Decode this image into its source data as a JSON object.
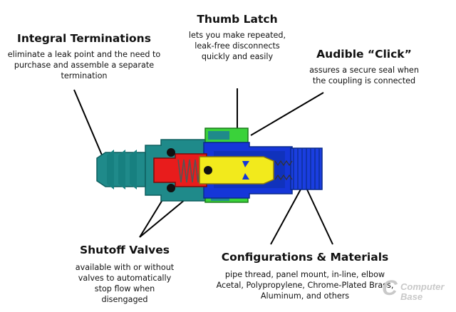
{
  "callouts": {
    "integral": {
      "title": "Integral Terminations",
      "lines": [
        "eliminate a leak point and the need to",
        "purchase and assemble a separate",
        "termination"
      ]
    },
    "thumb": {
      "title": "Thumb Latch",
      "lines": [
        "lets you make repeated,",
        "leak-free disconnects",
        "quickly and easily"
      ]
    },
    "audible": {
      "title": "Audible “Click”",
      "lines": [
        "assures a secure seal when",
        "the coupling is connected"
      ]
    },
    "shutoff": {
      "title": "Shutoff Valves",
      "lines": [
        "available with or without",
        "valves to automatically",
        "stop flow when",
        "disengaged"
      ]
    },
    "configs": {
      "title": "Configurations & Materials",
      "lines": [
        "pipe thread, panel mount, in-line, elbow",
        "Acetal, Polypropylene, Chrome-Plated Brass,",
        "Aluminum, and others"
      ]
    }
  },
  "watermark": {
    "initial": "C",
    "line1": "Computer",
    "line2": "Base"
  },
  "colors": {
    "teal": "#1f8a8a",
    "teal_dark": "#0f5f5f",
    "green": "#3ad23a",
    "blue": "#1536d8",
    "red": "#e81c1c",
    "yellow": "#f2ea1c",
    "dark_blue": "#0a2a8a"
  }
}
